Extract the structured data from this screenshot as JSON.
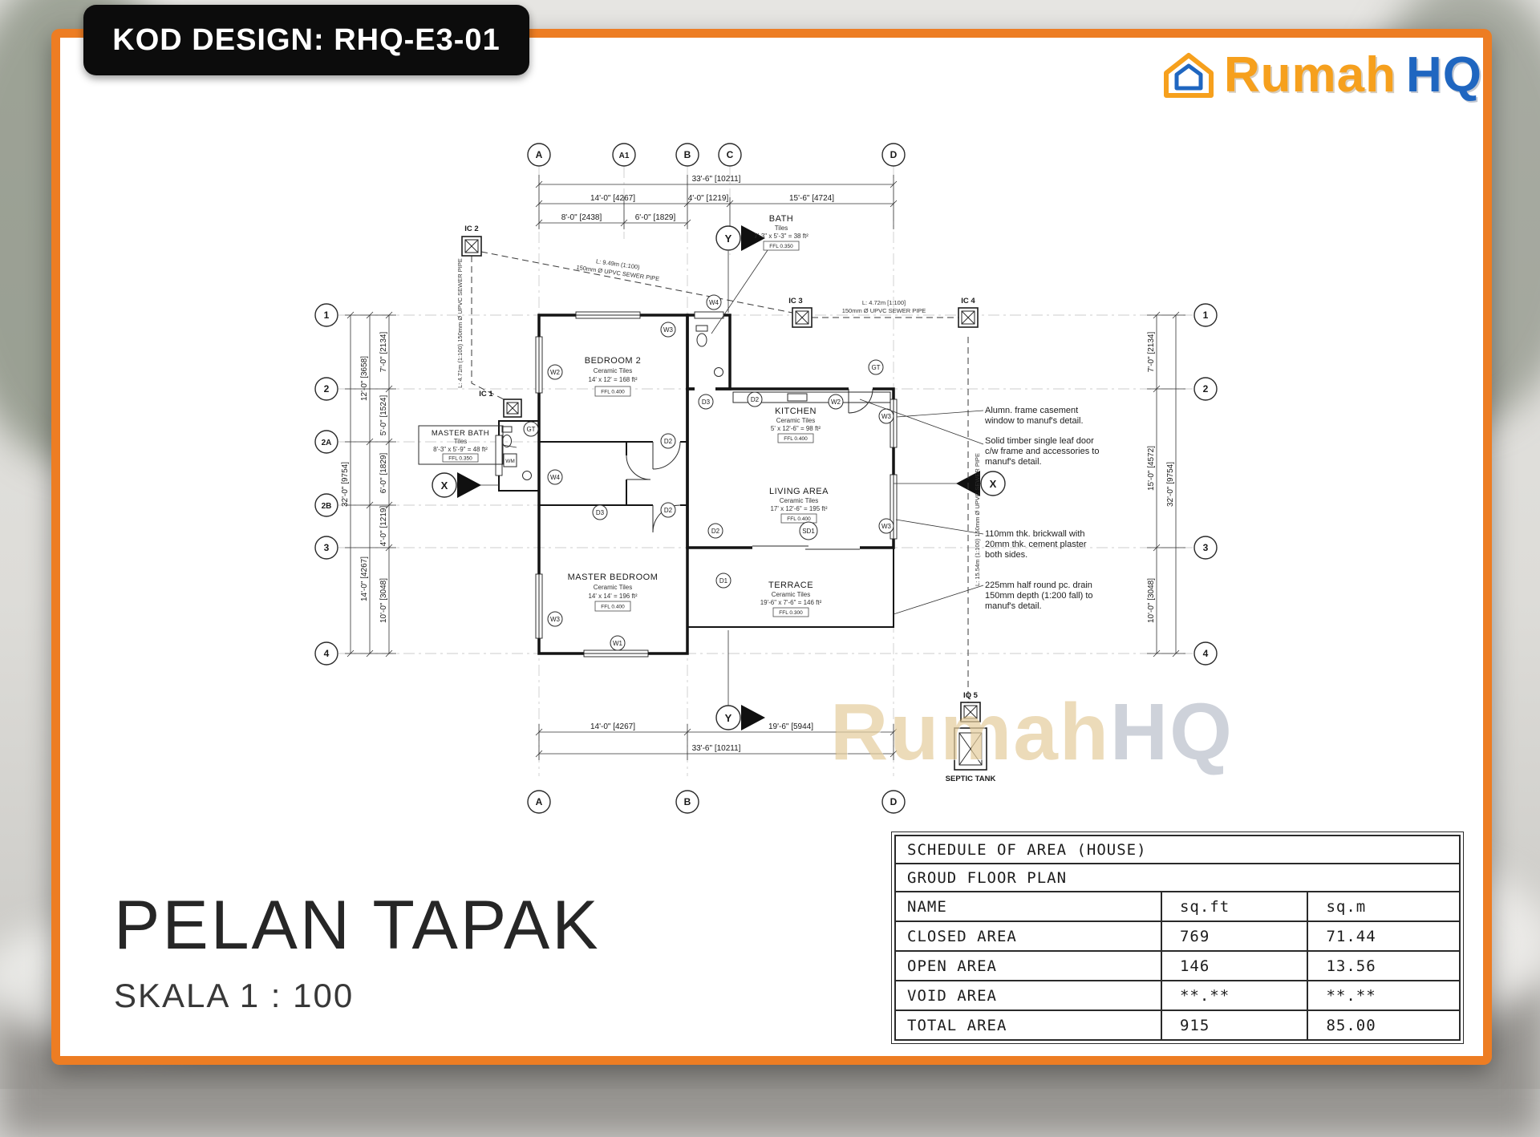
{
  "badge": {
    "label": "KOD DESIGN: RHQ-E3-01"
  },
  "logo": {
    "rumah": "Rumah",
    "hq": "HQ"
  },
  "watermark": {
    "rumah": "Rumah",
    "hq": "HQ"
  },
  "title_block": {
    "title": "PELAN TAPAK",
    "scale": "SKALA 1 : 100"
  },
  "plan": {
    "grid": {
      "top": [
        "A",
        "A1",
        "B",
        "C",
        "D"
      ],
      "bottom": [
        "A",
        "B",
        "D"
      ],
      "left": [
        "1",
        "2",
        "2A",
        "2B",
        "3",
        "4"
      ],
      "right": [
        "1",
        "2",
        "3",
        "4"
      ]
    },
    "dims": {
      "top_overall": "33'-6\" [10211]",
      "top_segments": [
        "14'-0\" [4267]",
        "4'-0\" [1219]",
        "15'-6\" [4724]"
      ],
      "top_sub": [
        "8'-0\" [2438]",
        "6'-0\" [1829]"
      ],
      "left_overall": "32'-0\" [9754]",
      "left_mid": [
        "12'-0\" [3658]",
        "14'-0\" [4267]"
      ],
      "left_inner": [
        "7'-0\" [2134]",
        "5'-0\" [1524]",
        "6'-0\" [1829]",
        "4'-0\" [1219]",
        "10'-0\" [3048]"
      ],
      "right_overall": "32'-0\" [9754]",
      "right_inner": [
        "7'-0\" [2134]",
        "15'-0\" [4572]",
        "10'-0\" [3048]"
      ],
      "bottom_segments": [
        "14'-0\" [4267]",
        "19'-6\" [5944]"
      ],
      "bottom_overall": "33'-6\" [10211]"
    },
    "rooms": [
      {
        "name": "BEDROOM 2",
        "material": "Ceramic Tiles",
        "size": "14' x 12' = 168 ft²",
        "ffl": "FFL 0.400"
      },
      {
        "name": "BATH",
        "material": "Tiles",
        "size": "7'-3\" x 5'-3\" = 38 ft²",
        "ffl": "FFL 0.350"
      },
      {
        "name": "KITCHEN",
        "material": "Ceramic Tiles",
        "size": "5' x 12'-6\" = 98 ft²",
        "ffl": "FFL 0.400"
      },
      {
        "name": "LIVING AREA",
        "material": "Ceramic Tiles",
        "size": "17' x 12'-6\" = 195 ft²",
        "ffl": "FFL 0.400"
      },
      {
        "name": "MASTER BATH",
        "material": "Tiles",
        "size": "8'-3\" x 5'-9\" = 48 ft²",
        "ffl": "FFL 0.350"
      },
      {
        "name": "MASTER BEDROOM",
        "material": "Ceramic Tiles",
        "size": "14' x 14' = 196 ft²",
        "ffl": "FFL 0.400"
      },
      {
        "name": "TERRACE",
        "material": "Ceramic Tiles",
        "size": "19'-6\" x 7'-6\" = 146 ft²",
        "ffl": "FFL 0.300"
      }
    ],
    "markers": {
      "ic1": "IC 1",
      "ic2": "IC 2",
      "ic3": "IC 3",
      "ic4": "IC 4",
      "iq5": "IQ 5",
      "septic_tank": "SEPTIC TANK",
      "section_x": "X",
      "section_y": "Y",
      "wm": "WM"
    },
    "tags": [
      "W1",
      "W2",
      "W3",
      "W4",
      "D1",
      "D2",
      "D3",
      "SD1",
      "GT"
    ],
    "pipes": [
      "L: 9.49m (1:100)",
      "150mm Ø UPVC SEWER PIPE",
      "L: 4.72m [1:100]",
      "L: 15.54m (1:100) 150mm Ø UPVC SEWER PIPE",
      "L: 4.71m (1:100) 150mm Ø UPVC SEWER PIPE"
    ],
    "notes": [
      "Alumn. frame casement window to manuf's detail.",
      "Solid timber single leaf door c/w frame and accessories to manuf's detail.",
      "110mm thk. brickwall with 20mm thk. cement plaster both sides.",
      "225mm half round pc. drain 150mm depth (1:200 fall) to manuf's detail."
    ]
  },
  "schedule": {
    "title": "SCHEDULE OF AREA (HOUSE)",
    "subtitle": "GROUD FLOOR PLAN",
    "headers": [
      "NAME",
      "sq.ft",
      "sq.m"
    ],
    "rows": [
      {
        "name": "CLOSED AREA",
        "sqft": "769",
        "sqm": "71.44"
      },
      {
        "name": "OPEN AREA",
        "sqft": "146",
        "sqm": "13.56"
      },
      {
        "name": "VOID AREA",
        "sqft": "**.**",
        "sqm": "**.**"
      },
      {
        "name": "TOTAL AREA",
        "sqft": "915",
        "sqm": "85.00"
      }
    ]
  }
}
